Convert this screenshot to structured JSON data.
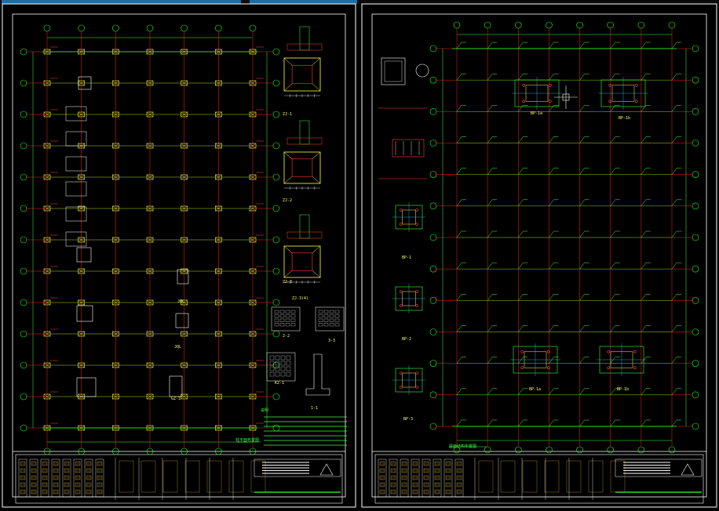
{
  "window": {
    "tabs": [
      "",
      ""
    ]
  },
  "left_sheet": {
    "detail_labels": [
      "ZJ-1",
      "ZJ-2",
      "ZJ-3",
      "ZJ-3(4)",
      "1-1",
      "2-2",
      "3-3",
      "KZ-1",
      "GZ-1",
      "JQL",
      "JQL"
    ],
    "note_caption": "说明",
    "plan_caption": "柱平面布置图"
  },
  "right_sheet": {
    "detail_labels": [
      "BP-1",
      "BP-2",
      "BP-3",
      "BP-1a",
      "BP-1b",
      "BP-1a",
      "BP-1b"
    ],
    "plan_caption": "屋面结构布置图"
  },
  "colors": {
    "axis": "#ff2020",
    "grid": "#20ff20",
    "frame": "#ffffff",
    "column": "#ffff40",
    "dim": "#40ff40",
    "cyan": "#40c0ff"
  }
}
